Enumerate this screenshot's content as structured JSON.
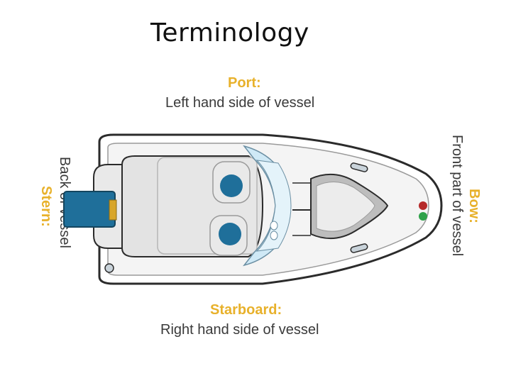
{
  "slide": {
    "title": "Terminology"
  },
  "labels": {
    "port": {
      "head": "Port:",
      "body": "Left hand side of vessel"
    },
    "starboard": {
      "head": "Starboard:",
      "body": "Right hand side of vessel"
    },
    "stern": {
      "head": "Stern:",
      "body": "Back of vessel"
    },
    "bow": {
      "head": "Bow:",
      "body": "Front part of vessel"
    }
  },
  "colors": {
    "label_head": "#e8b12b",
    "label_body": "#3a3a3a",
    "hull_outline": "#2b2b2b",
    "seat_blue": "#1f6f9a",
    "windshield": "#cfe9f6",
    "nav_light_red": "#b52a2a",
    "nav_light_green": "#2fa24a"
  }
}
